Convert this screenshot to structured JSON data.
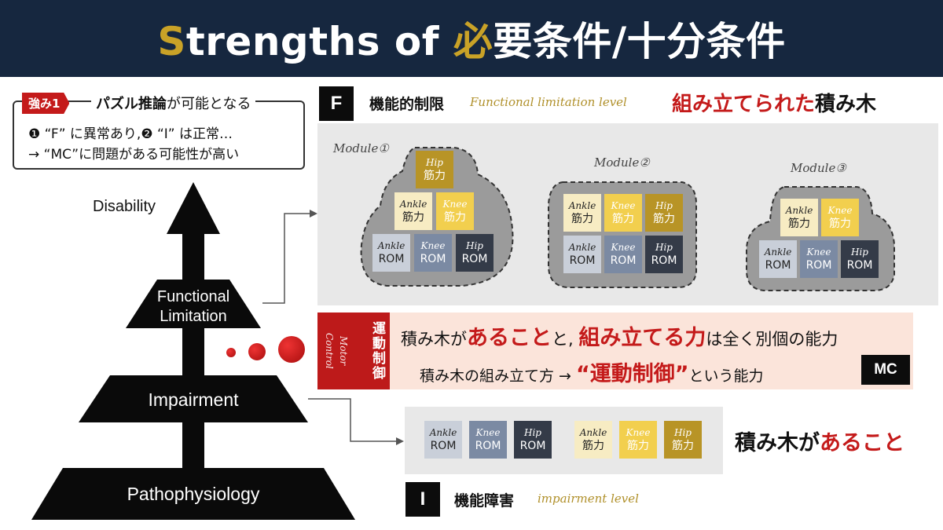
{
  "header": {
    "title_accent": "S",
    "title_rest": "trengths of ",
    "title_accent2": "必",
    "title_tail": "要条件/十分条件"
  },
  "callout": {
    "tag": "強み1",
    "heading_bold": "パズル推論",
    "heading_rest": "が可能となる",
    "line1": "❶ “F” に異常あり,❷ “I” は正常…",
    "line2": "→ “MC”に問題がある可能性が高い"
  },
  "pyramid": {
    "top_label": "Disability",
    "level_functional_1": "Functional",
    "level_functional_2": "Limitation",
    "level_impairment": "Impairment",
    "level_patho": "Pathophysiology"
  },
  "functional": {
    "letter": "F",
    "title": "機能的制限",
    "subtitle": "Functional limitation level",
    "right_red": "組み立てられた",
    "right_black": "積み木",
    "modules": [
      "Module①",
      "Module②",
      "Module③"
    ]
  },
  "blocks": {
    "ankle": "Ankle",
    "knee": "Knee",
    "hip": "Hip",
    "strength": "筋力",
    "rom": "ROM"
  },
  "motor_control": {
    "side_jp": "運動制御",
    "side_en": "Motor Control",
    "line1_a": "積み木が",
    "line1_b": "あること",
    "line1_c": "と, ",
    "line1_d": "組み立てる力",
    "line1_e": "は全く別個の能力",
    "line2_a": "積み木の組み立て方 → ",
    "line2_b": "“運動制御”",
    "line2_c": "という能力",
    "badge": "MC"
  },
  "impairment": {
    "letter": "I",
    "title": "機能障害",
    "subtitle": "impairment level",
    "right_black": "積み木が",
    "right_red": "あること"
  },
  "colors": {
    "navy": "#16273f",
    "gold": "#c9a227",
    "red": "#c41a1a",
    "rom_light": "#c9cfd9",
    "rom_mid": "#7b8aa3",
    "rom_dark": "#343b48",
    "str_light": "#f7ecc3",
    "str_mid": "#f2cf4e",
    "str_dark": "#b89426"
  }
}
